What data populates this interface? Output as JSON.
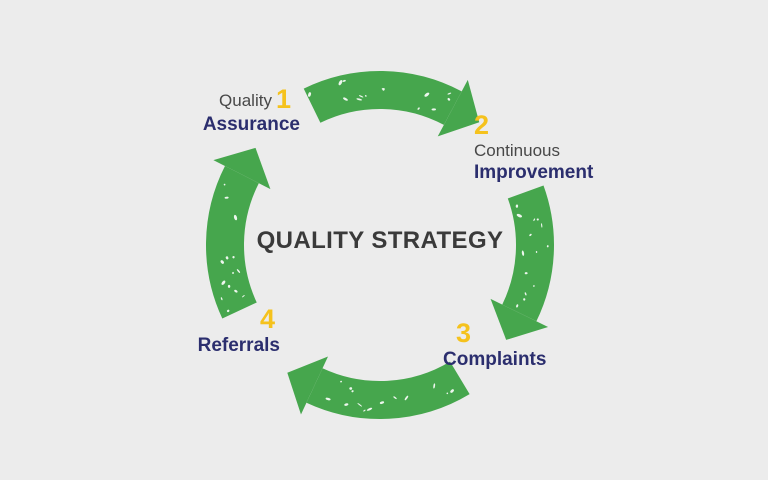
{
  "title": "QUALITY STRATEGY",
  "background_color": "#ececec",
  "colors": {
    "arrow_green": "#46a64d",
    "number_yellow": "#f5c21d",
    "label_navy": "#2b2e6e",
    "label_gray": "#484848",
    "title_color": "#3a3a3a",
    "speckle_white": "#ffffff"
  },
  "steps": [
    {
      "number": "1",
      "pre_label": "Quality",
      "label": "Assurance"
    },
    {
      "number": "2",
      "pre_label": "Continuous",
      "label": "Improvement"
    },
    {
      "number": "3",
      "pre_label": "",
      "label": "Complaints"
    },
    {
      "number": "4",
      "pre_label": "",
      "label": "Referrals"
    }
  ]
}
